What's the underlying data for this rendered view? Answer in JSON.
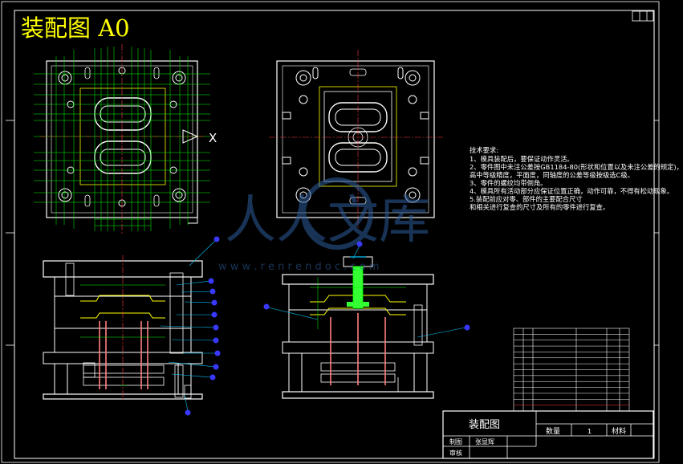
{
  "drawing_title": "装配图 A0",
  "main_view_marker": "X",
  "tech_requirements": {
    "heading": "技术要求:",
    "items": [
      "1、模具装配后，要保证动作灵活。",
      "2、零件图中未注公差按GB1184-80(形状和位置以及未注公差的规定)，",
      "   高中等级精度，平面度，同轴度的公差等级按级选C级。",
      "3、零件的螺纹均带倒角。",
      "4、模具所有活动部分应保证位置正确，动作可靠，不得有松动现象。",
      "5.装配前应对零、部件的主要配合尺寸",
      "   和相关进行复查的尺寸及所有的零件进行复查。"
    ]
  },
  "watermark": {
    "text": "人人文库",
    "url": "w w w . r e n r e n d o c . c o m"
  },
  "title_block": {
    "drawing_name": "装配图",
    "quantity_label": "数量",
    "quantity_value": "1",
    "material_label": "材料",
    "drawn_by_label": "制图",
    "drawn_by_name": "张显辉",
    "checked_by_label": "审核"
  },
  "colors": {
    "background": "#000000",
    "outline": "#ffffff",
    "dimension": "#00ff00",
    "centerline": "#ff3b3b",
    "highlight": "#ffff00",
    "leader": "#00c8ff",
    "balloon": "#3838ff",
    "pin": "#ff7f7f",
    "title": "#ffff00"
  }
}
